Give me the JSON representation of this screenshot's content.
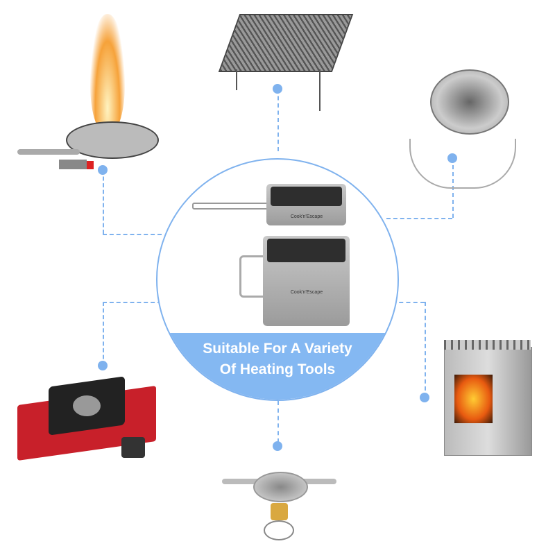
{
  "banner": {
    "line1": "Suitable For A Variety",
    "line2": "Of Heating Tools"
  },
  "product": {
    "brand_pan": "Cook'n'Escape",
    "brand_mug": "Cook'n'Escape"
  },
  "colors": {
    "accent": "#7fb2ee",
    "banner": "#84b8f2"
  },
  "items": [
    "gas-burner-with-flame",
    "folding-grill-rack",
    "windproof-gas-stove",
    "portable-cassette-stove",
    "wood-burning-stove",
    "backpacking-canister-stove"
  ]
}
